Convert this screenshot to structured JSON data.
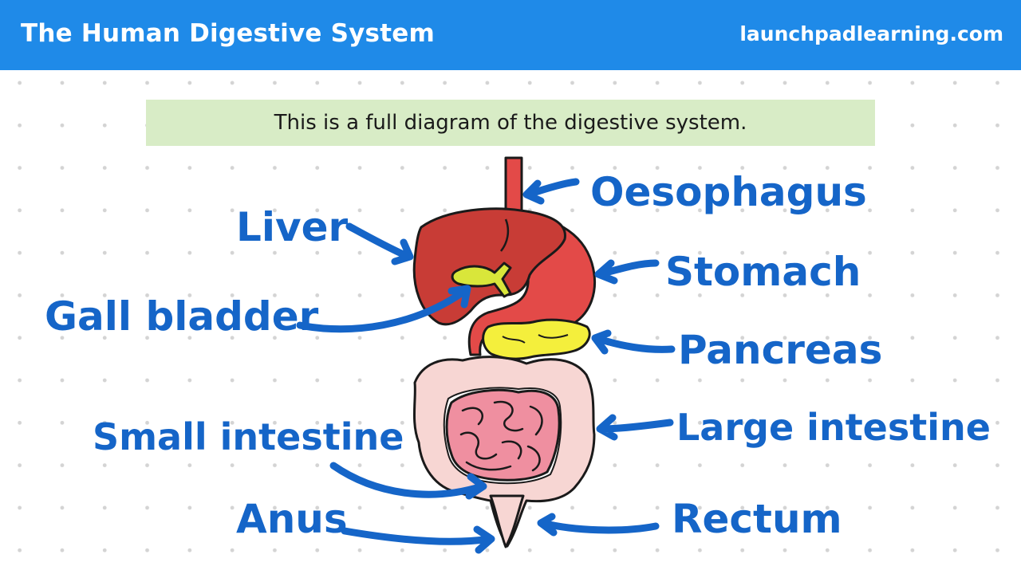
{
  "header": {
    "title": "The Human Digestive System",
    "site": "launchpadlearning.com"
  },
  "caption": "This is a full diagram of the digestive system.",
  "labels": {
    "oesophagus": "Oesophagus",
    "liver": "Liver",
    "stomach": "Stomach",
    "gall_bladder": "Gall bladder",
    "pancreas": "Pancreas",
    "small_intestine": "Small intestine",
    "large_intestine": "Large intestine",
    "anus": "Anus",
    "rectum": "Rectum"
  },
  "colors": {
    "header_bg": "#1f8ae8",
    "banner_bg": "#d8ecc6",
    "label": "#1565c8",
    "liver": "#c83c36",
    "stomach": "#e34a48",
    "gall_bladder": "#d9e63a",
    "pancreas": "#f4ef3c",
    "large_intestine": "#f7d6d3",
    "small_intestine": "#ef8fa0"
  }
}
